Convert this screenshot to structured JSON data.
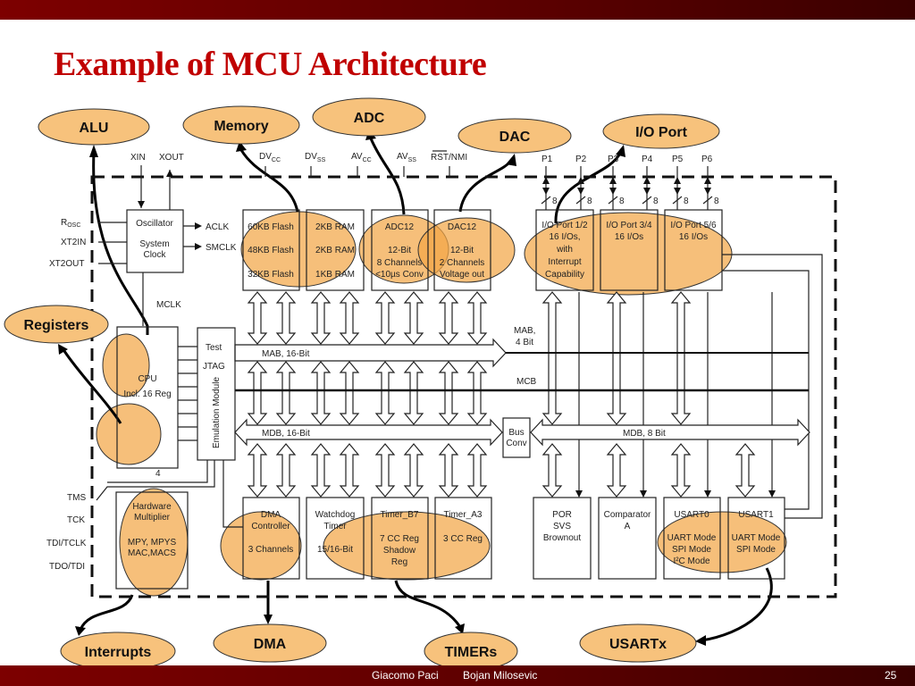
{
  "slide": {
    "title": "Example of MCU Architecture",
    "footer": {
      "author1": "Giacomo Paci",
      "author2": "Bojan Milosevic",
      "page_number": "25"
    },
    "colors": {
      "bar": "#7d0000",
      "title": "#c00000",
      "highlight": "#f2a646",
      "callout": "#f7c27c"
    }
  },
  "diagram": {
    "pins_top": {
      "xin": "XIN",
      "xout": "XOUT",
      "dvcc": "DV",
      "dvcc_sub": "CC",
      "dvss": "DV",
      "dvss_sub": "SS",
      "avcc": "AV",
      "avcc_sub": "CC",
      "avss": "AV",
      "avss_sub": "SS",
      "rst": "RST/NMI"
    },
    "ports": [
      "P1",
      "P2",
      "P3",
      "P4",
      "P5",
      "P6"
    ],
    "port_width": "8",
    "pins_left": {
      "rosc": "R",
      "rosc_sub": "OSC",
      "xt2in": "XT2IN",
      "xt2out": "XT2OUT",
      "tms": "TMS",
      "tck": "TCK",
      "tdi": "TDI/TCLK",
      "tdo": "TDO/TDI"
    },
    "oscillator": {
      "line1": "Oscillator",
      "line2": "System",
      "line3": "Clock",
      "aclk": "ACLK",
      "smclk": "SMCLK",
      "mclk": "MCLK"
    },
    "flash": [
      "60KB Flash",
      "48KB Flash",
      "32KB Flash"
    ],
    "ram": [
      "2KB RAM",
      "2KB RAM",
      "1KB RAM"
    ],
    "adc": [
      "ADC12",
      "12-Bit",
      "8 Channels",
      "<10µs Conv"
    ],
    "dac": [
      "DAC12",
      "12-Bit",
      "2 Channels",
      "Voltage out"
    ],
    "io12": [
      "I/O Port 1/2",
      "16 I/Os,",
      "with",
      "Interrupt",
      "Capability"
    ],
    "io34": [
      "I/O Port 3/4",
      "16 I/Os"
    ],
    "io56": [
      "I/O Port 5/6",
      "16 I/Os"
    ],
    "cpu": [
      "CPU",
      "Incl. 16 Reg"
    ],
    "emulation": {
      "test": "Test",
      "jtag": "JTAG",
      "module": "Emulation Module",
      "width": "4"
    },
    "buses": {
      "mab16": "MAB, 16-Bit",
      "mab4_1": "MAB,",
      "mab4_2": "4 Bit",
      "mcb": "MCB",
      "mdb16": "MDB, 16-Bit",
      "mdb8": "MDB, 8 Bit",
      "busconv1": "Bus",
      "busconv2": "Conv"
    },
    "multiplier": [
      "Hardware",
      "Multiplier",
      "MPY, MPYS",
      "MAC,MACS"
    ],
    "dma": [
      "DMA",
      "Controller",
      "3 Channels"
    ],
    "watchdog": [
      "Watchdog",
      "Timer",
      "15/16-Bit"
    ],
    "timer_b7": [
      "Timer_B7",
      "7 CC Reg",
      "Shadow",
      "Reg"
    ],
    "timer_a3": [
      "Timer_A3",
      "3 CC Reg"
    ],
    "por": [
      "POR",
      "SVS",
      "Brownout"
    ],
    "comparator": [
      "Comparator",
      "A"
    ],
    "usart0": [
      "USART0",
      "UART Mode",
      "SPI Mode",
      "I²C Mode"
    ],
    "usart1": [
      "USART1",
      "UART Mode",
      "SPI Mode"
    ]
  },
  "callouts": {
    "alu": "ALU",
    "memory": "Memory",
    "adc": "ADC",
    "dac": "DAC",
    "io_port": "I/O Port",
    "registers": "Registers",
    "interrupts": "Interrupts",
    "dma": "DMA",
    "timers": "TIMERs",
    "usartx": "USARTx"
  }
}
